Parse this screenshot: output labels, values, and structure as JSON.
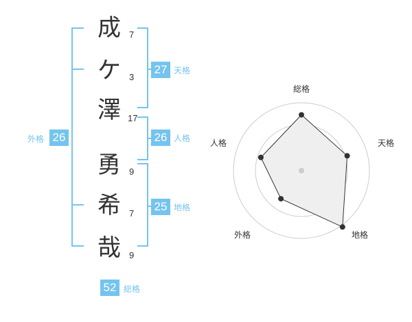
{
  "surname": {
    "chars": [
      {
        "char": "成",
        "strokes": "7"
      },
      {
        "char": "ケ",
        "strokes": "3"
      },
      {
        "char": "澤",
        "strokes": "17"
      }
    ]
  },
  "given_name": {
    "chars": [
      {
        "char": "勇",
        "strokes": "9"
      },
      {
        "char": "希",
        "strokes": "7"
      },
      {
        "char": "哉",
        "strokes": "9"
      }
    ]
  },
  "fortunes": {
    "tenkaku": {
      "value": "27",
      "label": "天格"
    },
    "jinkaku": {
      "value": "26",
      "label": "人格"
    },
    "chikaku": {
      "value": "25",
      "label": "地格"
    },
    "gaikaku": {
      "value": "26",
      "label": "外格"
    },
    "soukaku": {
      "value": "52",
      "label": "総格"
    }
  },
  "radar": {
    "axes": [
      "総格",
      "天格",
      "地格",
      "外格",
      "人格"
    ],
    "values": [
      0.72,
      0.62,
      0.9,
      0.45,
      0.55
    ],
    "colors": {
      "fill": "#efefef",
      "line": "#333333",
      "ring": "#cccccc",
      "center": "#cccccc"
    }
  },
  "colors": {
    "accent": "#74c4ee",
    "text": "#333333"
  }
}
